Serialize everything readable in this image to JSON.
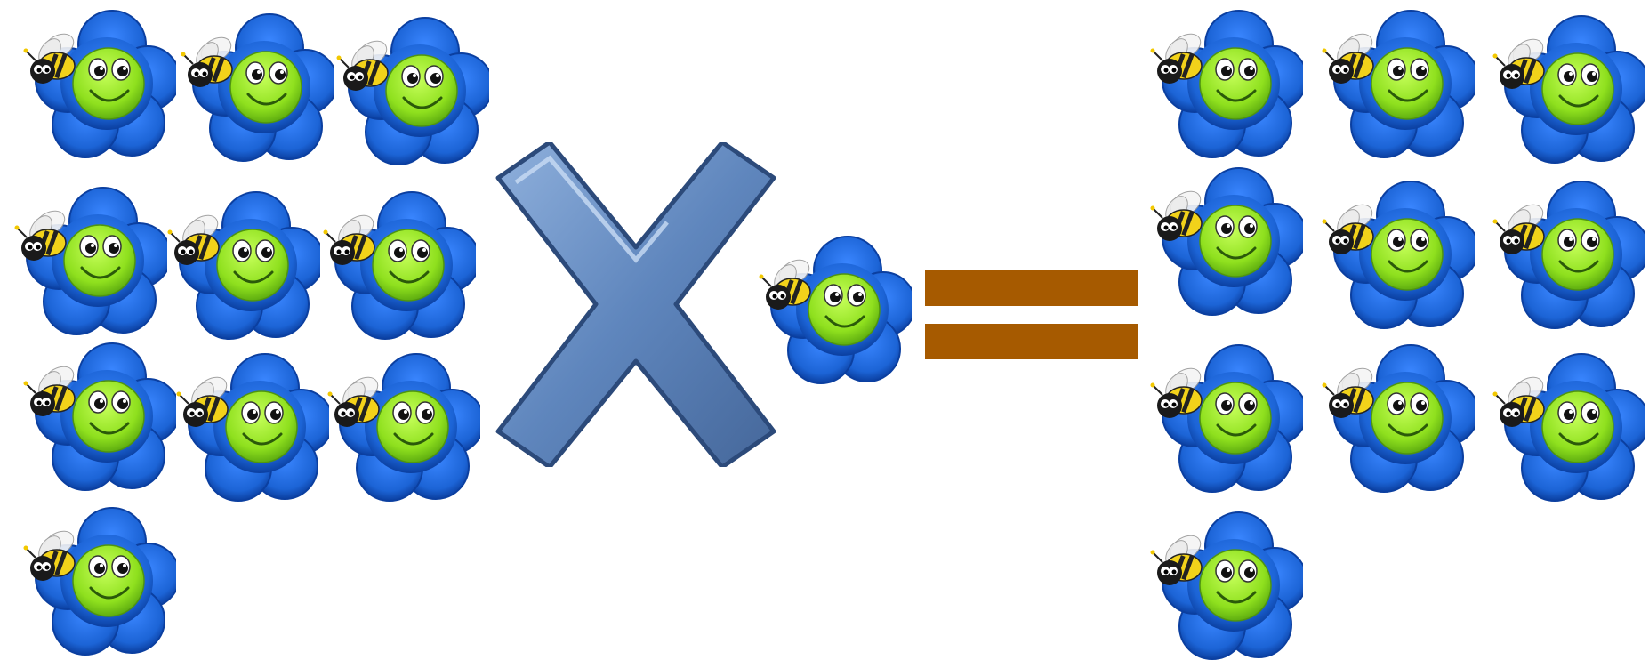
{
  "equation": {
    "left_group_count": 10,
    "multiplier_count": 1,
    "result_group_count": 10,
    "operator": "multiplication",
    "equals": "equals"
  },
  "icons": {
    "flower": "bee-flower-icon",
    "times": "times-sign-icon",
    "equals": "equals-sign-icon"
  },
  "colors": {
    "petal": "#1c64d6",
    "petal_dark": "#0b3fa0",
    "face": "#8fe01e",
    "times": "#5a7fb4",
    "times_outline": "#2c4a7a",
    "equals": "#a65a00",
    "background": "#ffffff"
  }
}
